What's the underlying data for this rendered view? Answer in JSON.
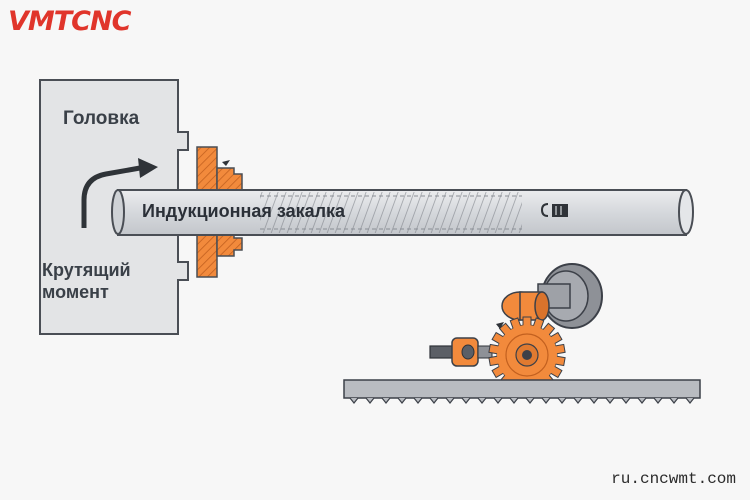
{
  "brand": {
    "logo_text": "VMTCNC"
  },
  "labels": {
    "head": "Головка",
    "torque_line1": "Крутящий",
    "torque_line2": "момент",
    "induction": "Индукционная закалка"
  },
  "footer": {
    "url": "ru.cncwmt.com"
  },
  "colors": {
    "accent": "#f28a3c",
    "brand": "#e0352b",
    "steel": "#d9dde2",
    "outline": "#3c4048"
  },
  "icons": [
    "curved-arrow-icon",
    "battery-icon"
  ]
}
